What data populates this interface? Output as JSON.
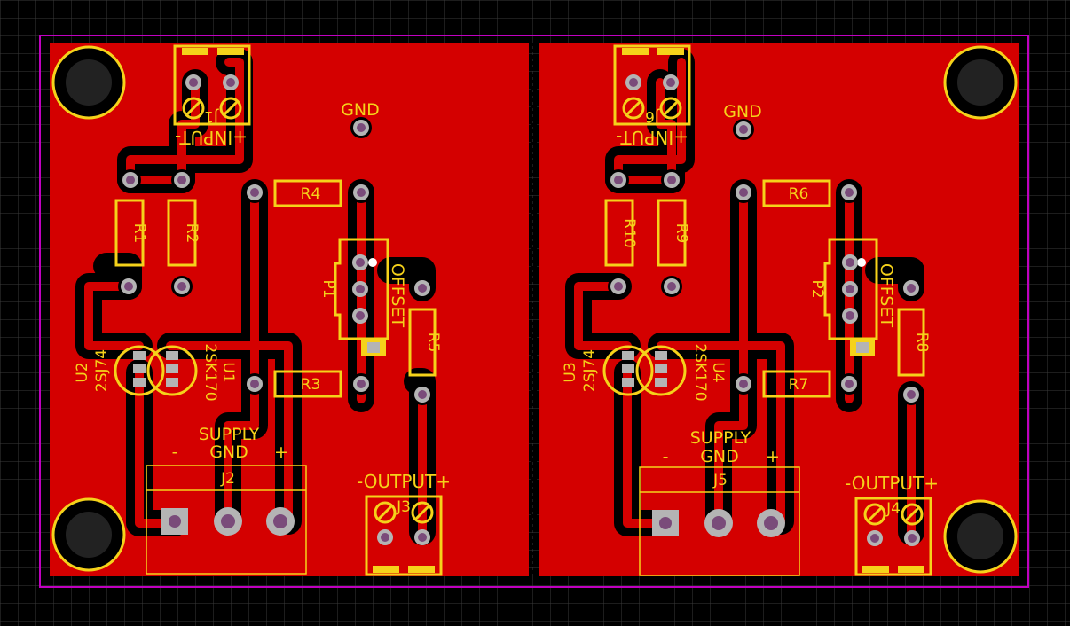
{
  "colors": {
    "background": "#000000",
    "grid": "#3a3a3a",
    "copper": "#d40000",
    "trace_keepout": "#000000",
    "pad_ring": "#b4b4b4",
    "drill": "#7a4b7a",
    "silkscreen": "#f5d21a",
    "board_outline": "#c000c0",
    "mount_hole": "#222222"
  },
  "left_board": {
    "input_label": "+INPUT-",
    "input_ref": "J1",
    "gnd_label": "GND",
    "resistor_refs": [
      "R1",
      "R2",
      "R3",
      "R4",
      "R5"
    ],
    "pot_ref": "P1",
    "offset_label": "OFFSET",
    "transistor_a": {
      "ref": "U2",
      "part": "2SJ74"
    },
    "transistor_b": {
      "ref": "U1",
      "part": "2SK170"
    },
    "supply_label": "SUPPLY",
    "supply_minus": "-",
    "supply_gnd": "GND",
    "supply_plus": "+",
    "supply_ref": "J2",
    "output_label": "-OUTPUT+",
    "output_ref": "J3"
  },
  "right_board": {
    "input_label": "+INPUT-",
    "input_ref": "J6",
    "gnd_label": "GND",
    "resistor_refs": [
      "R10",
      "R9",
      "R7",
      "R6",
      "R8"
    ],
    "pot_ref": "P2",
    "offset_label": "OFFSET",
    "transistor_a": {
      "ref": "U3",
      "part": "2SJ74"
    },
    "transistor_b": {
      "ref": "U4",
      "part": "2SK170"
    },
    "supply_label": "SUPPLY",
    "supply_minus": "-",
    "supply_gnd": "GND",
    "supply_plus": "+",
    "supply_ref": "J5",
    "output_label": "-OUTPUT+",
    "output_ref": "J4"
  }
}
